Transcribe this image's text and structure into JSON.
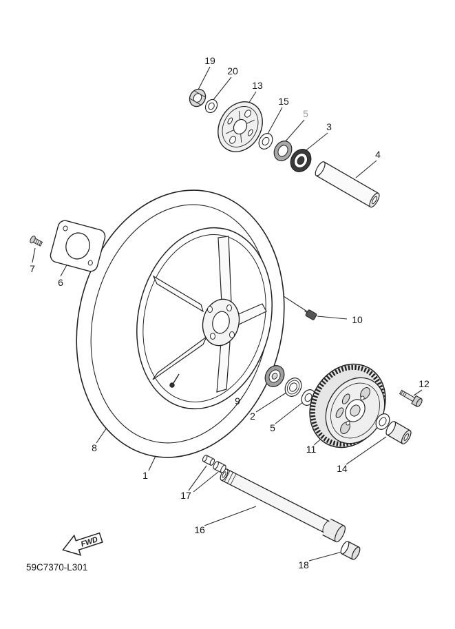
{
  "diagram": {
    "code": "59C7370-L301",
    "fwd_label": "FWD",
    "colors": {
      "ink": "#1a1a1a",
      "muted_callout": "#9a9a9a",
      "background": "#ffffff"
    },
    "callouts": [
      {
        "label": "19",
        "muted": false
      },
      {
        "label": "20",
        "muted": false
      },
      {
        "label": "13",
        "muted": false
      },
      {
        "label": "15",
        "muted": false
      },
      {
        "label": "5",
        "muted": true
      },
      {
        "label": "3",
        "muted": false
      },
      {
        "label": "4",
        "muted": false
      },
      {
        "label": "7",
        "muted": false
      },
      {
        "label": "6",
        "muted": false
      },
      {
        "label": "10",
        "muted": false
      },
      {
        "label": "12",
        "muted": false
      },
      {
        "label": "9",
        "muted": false
      },
      {
        "label": "2",
        "muted": false
      },
      {
        "label": "5",
        "muted": false
      },
      {
        "label": "11",
        "muted": false
      },
      {
        "label": "8",
        "muted": false
      },
      {
        "label": "14",
        "muted": false
      },
      {
        "label": "1",
        "muted": false
      },
      {
        "label": "17",
        "muted": false
      },
      {
        "label": "16",
        "muted": false
      },
      {
        "label": "18",
        "muted": false
      }
    ]
  }
}
